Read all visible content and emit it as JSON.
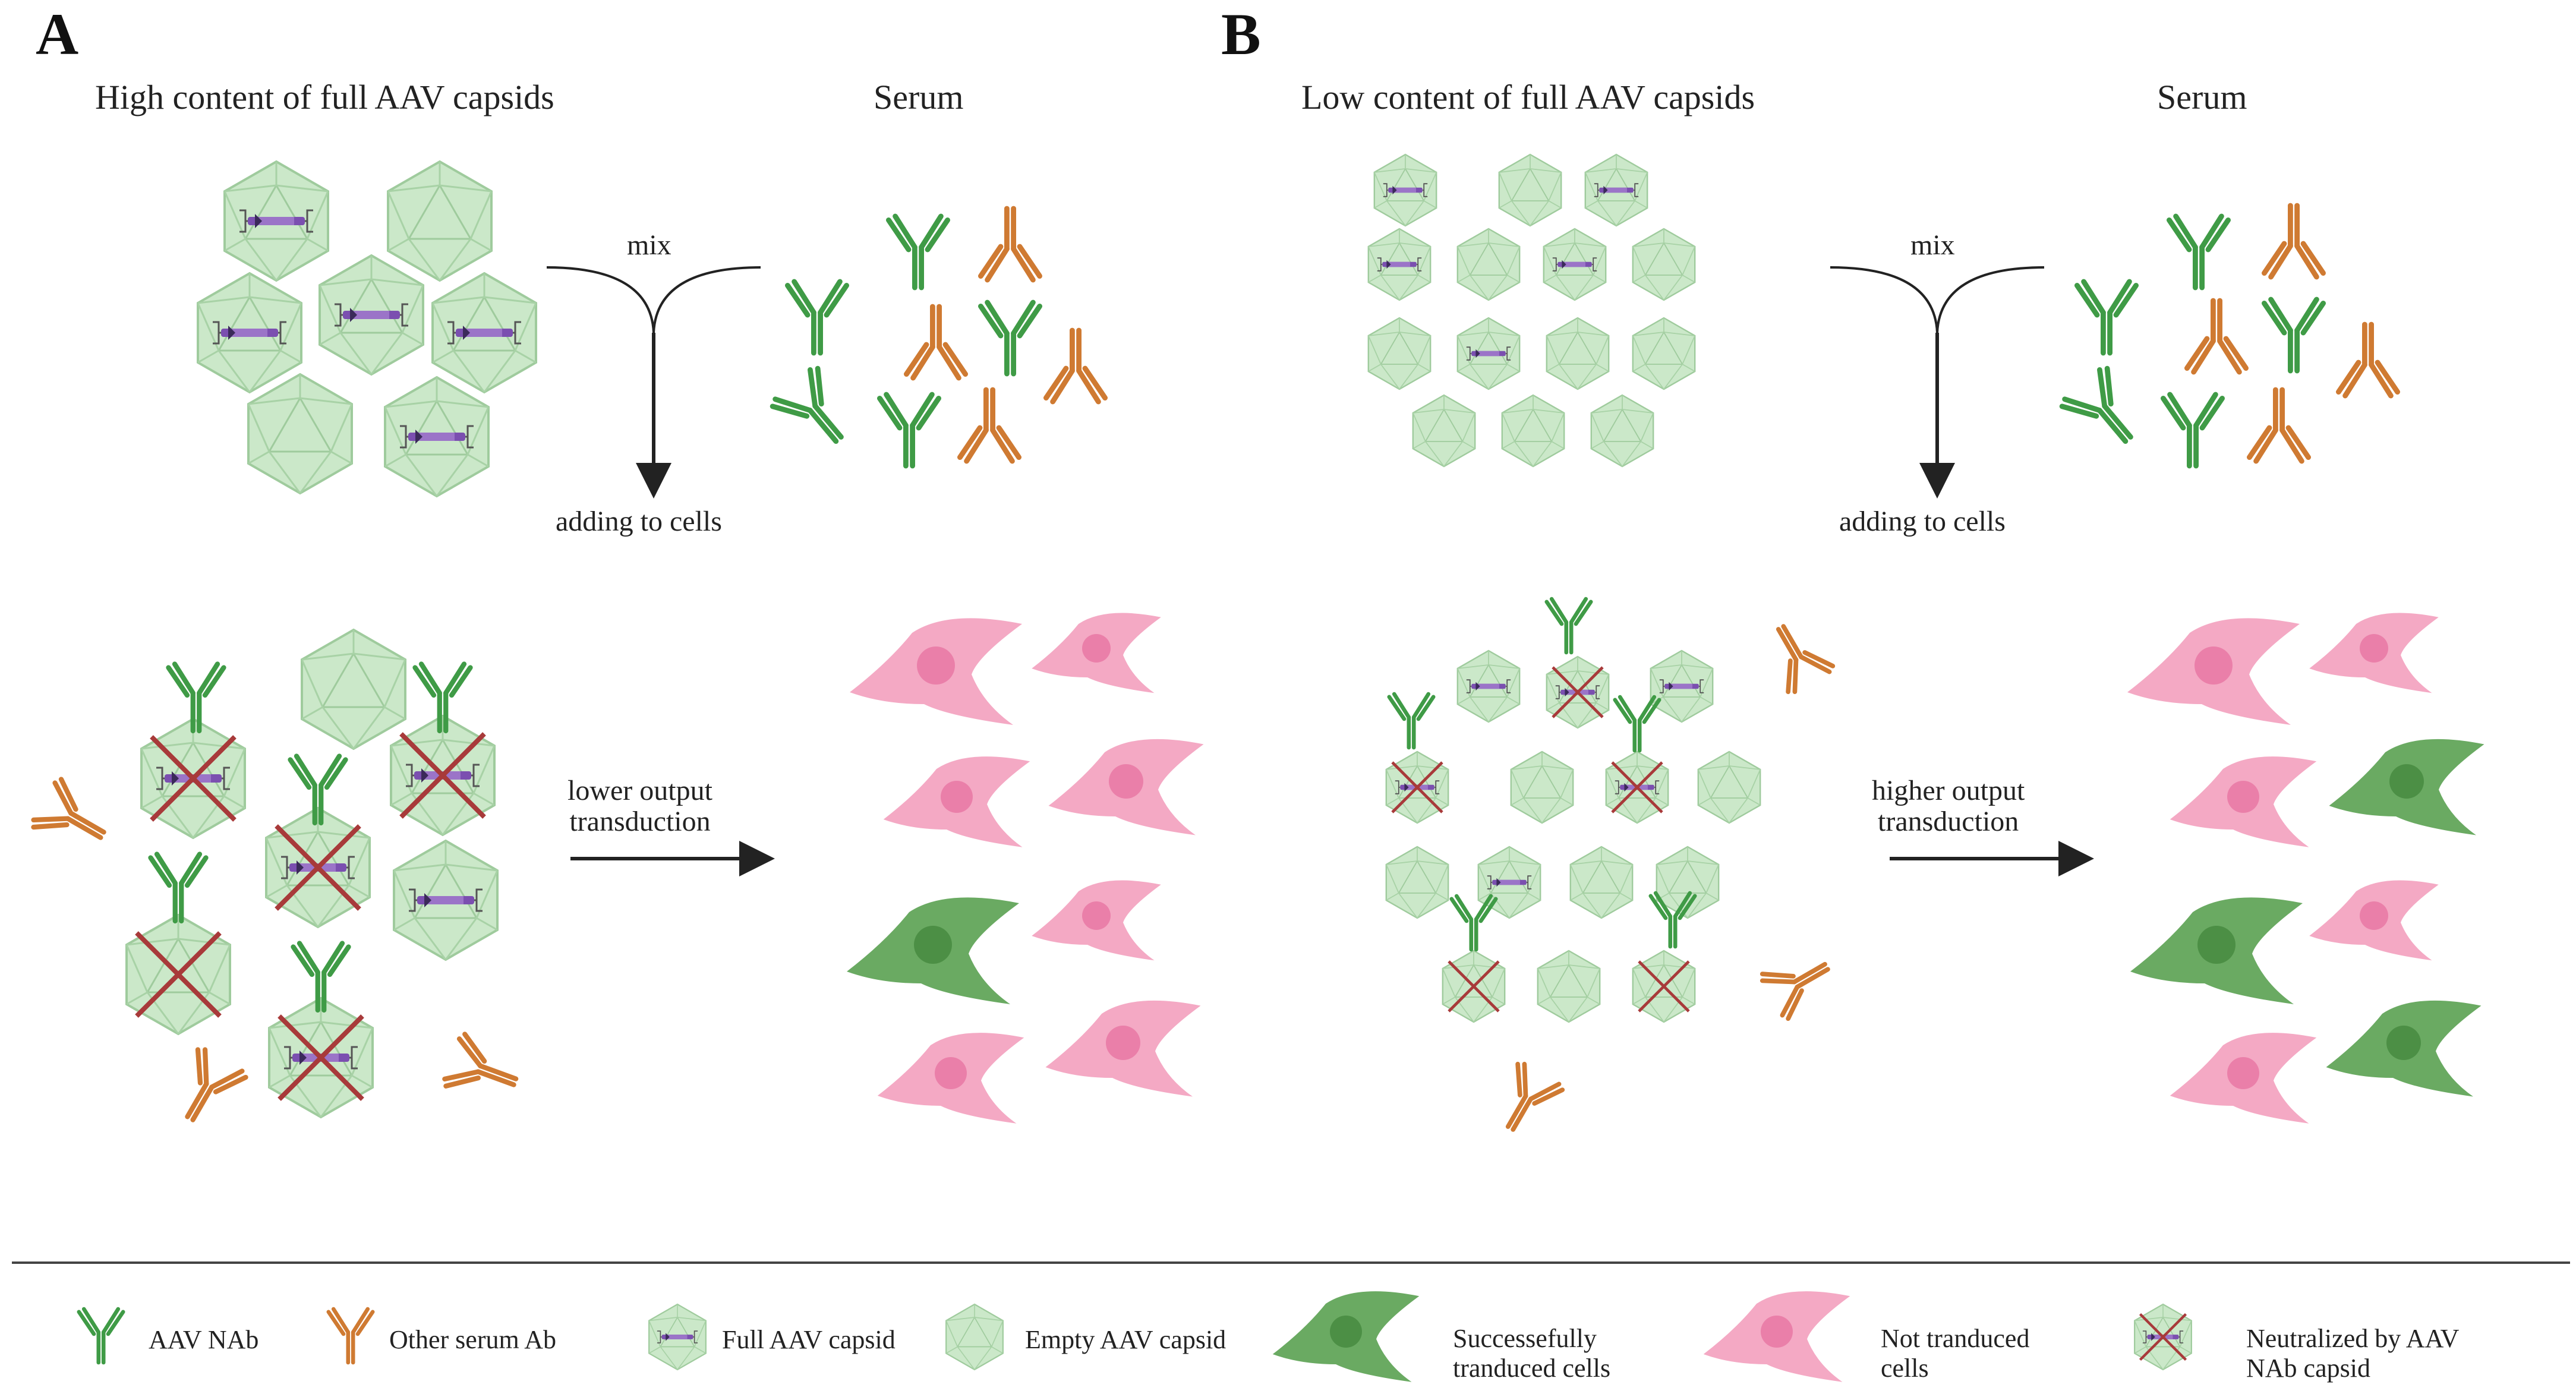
{
  "panels": {
    "a": {
      "letter": "A",
      "heading": "High content of full AAV capsids",
      "serum": "Serum",
      "mix": "mix",
      "adding": "adding to cells",
      "result": "lower output\ntransduction"
    },
    "b": {
      "letter": "B",
      "heading": "Low content of full AAV capsids",
      "serum": "Serum",
      "mix": "mix",
      "adding": "adding to cells",
      "result": "higher output\ntransduction"
    }
  },
  "legend": {
    "nab": "AAV NAb",
    "other_ab": "Other serum Ab",
    "full": "Full AAV capsid",
    "empty": "Empty AAV capsid",
    "transduced": "Successefully\ntranduced cells",
    "not_transduced": "Not tranduced\ncells",
    "neutralized": "Neutralized by AAV\nNAb capsid"
  },
  "colors": {
    "capsid_fill": "#cbe8c9",
    "capsid_stroke": "#9fcb9d",
    "nab": "#3f9b46",
    "other_ab": "#cf7a32",
    "genome": "#7b4fb0",
    "pink_cell": "#f4a9c4",
    "pink_nucleus": "#ea7fa9",
    "green_cell": "#6aaa62",
    "green_nucleus": "#4c8f45",
    "cross": "#a83a3a",
    "arrow": "#222222"
  }
}
